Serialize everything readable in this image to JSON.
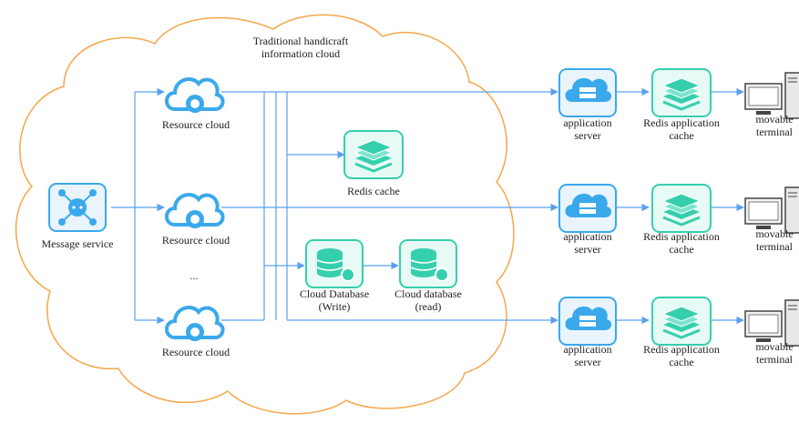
{
  "cloud": {
    "title_line1": "Traditional handicraft",
    "title_line2": "information cloud"
  },
  "message_service": {
    "label": "Message service"
  },
  "resource_clouds": [
    {
      "label": "Resource cloud"
    },
    {
      "label": "Resource cloud"
    },
    {
      "label": "Resource cloud"
    }
  ],
  "ellipsis": "...",
  "redis_cache": {
    "label": "Redis cache"
  },
  "cloud_db_write": {
    "line1": "Cloud Database",
    "line2": "(Write)"
  },
  "cloud_db_read": {
    "line1": "Cloud database",
    "line2": "(read)"
  },
  "rows": [
    {
      "app_server_1": "application",
      "app_server_2": "server",
      "redis_app_1": "Redis application",
      "redis_app_2": "cache",
      "terminal_1": "movable",
      "terminal_2": "terminal"
    },
    {
      "app_server_1": "application",
      "app_server_2": "server",
      "redis_app_1": "Redis application",
      "redis_app_2": "cache",
      "terminal_1": "movable",
      "terminal_2": "terminal"
    },
    {
      "app_server_1": "application",
      "app_server_2": "server",
      "redis_app_1": "Redis application",
      "redis_app_2": "cache",
      "terminal_1": "movable",
      "terminal_2": "terminal"
    }
  ],
  "colors": {
    "line": "#5aa0f0",
    "cloud_stroke": "#f5a74a",
    "blue_icon": "#3aa9ec",
    "green_icon": "#36cfae",
    "icon_border": "#3aa9ec"
  }
}
